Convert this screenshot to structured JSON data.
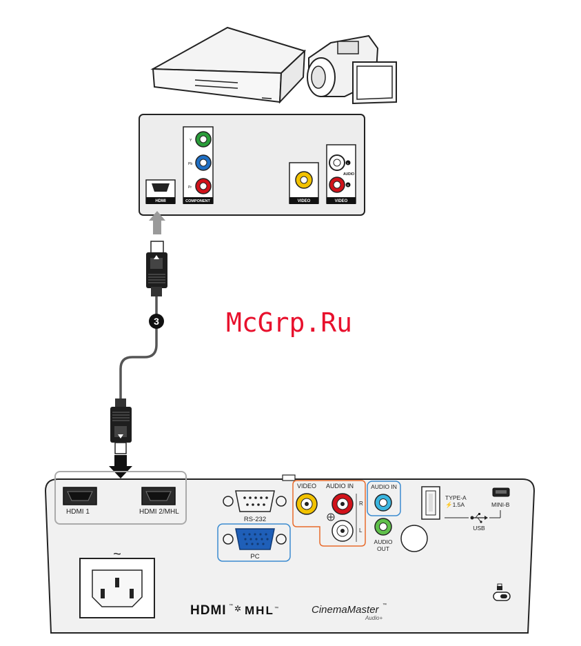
{
  "watermark": "McGrp.Ru",
  "source_panel": {
    "labels": {
      "hdmi": "HDMI",
      "component": "COMPONENT",
      "video": "VIDEO",
      "video2": "VIDEO",
      "audio": "AUDIO",
      "y": "Y",
      "pb": "Pb",
      "pr": "Pr",
      "l": "L",
      "r": "R"
    }
  },
  "cable": {
    "step": "3"
  },
  "projector": {
    "hdmi1": "HDMI 1",
    "hdmi2": "HDMI 2/MHL",
    "rs232": "RS-232",
    "pc": "PC",
    "video": "VIDEO",
    "audio_in": "AUDIO IN",
    "audio_in_r": "R",
    "audio_in_l": "L",
    "audio_in_pc": "AUDIO IN",
    "audio_out_1": "AUDIO",
    "audio_out_2": "OUT",
    "usb_type_a_1": "TYPE-A",
    "usb_type_a_2": "⚡1.5A",
    "mini_b": "MINI-B",
    "usb": "USB",
    "ac_symbol": "~",
    "logo_hdmi": "HDMI",
    "logo_mhl": "MHL",
    "logo_cinema": "CinemaMaster",
    "logo_audio": "Audio+",
    "tm": "™"
  },
  "colors": {
    "green_jack": "#2a9d3a",
    "blue_jack": "#1f6fc4",
    "red_jack": "#d1121a",
    "yellow_jack": "#f2c200",
    "orange_outline": "#e86a2a",
    "blue_outline": "#3a8bd0",
    "arrow_gray": "#9a9a9a"
  }
}
